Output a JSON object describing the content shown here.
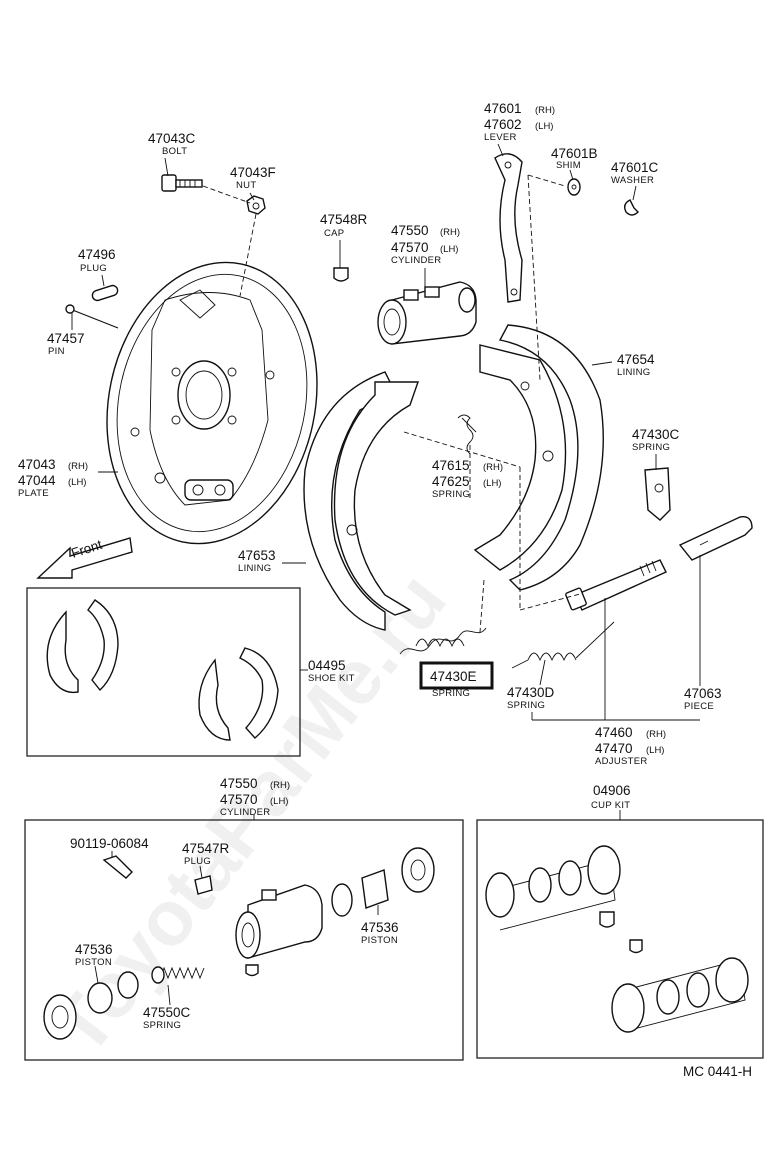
{
  "watermark": "ToyotaParMe.ru",
  "front_label": "Front",
  "diagram_code": "MC 0441-H",
  "parts": [
    {
      "id": "p47043c",
      "number": "47043C",
      "desc": "BOLT"
    },
    {
      "id": "p47043f",
      "number": "47043F",
      "desc": "NUT"
    },
    {
      "id": "p47548r",
      "number": "47548R",
      "desc": "CAP"
    },
    {
      "id": "p47550top",
      "number": "47550",
      "suffix": "(RH)",
      "number2": "47570",
      "suffix2": "(LH)",
      "desc": "CYLINDER"
    },
    {
      "id": "p47601",
      "number": "47601",
      "suffix": "(RH)",
      "number2": "47602",
      "suffix2": "(LH)",
      "desc": "LEVER"
    },
    {
      "id": "p47601b",
      "number": "47601B",
      "desc": "SHIM"
    },
    {
      "id": "p47601c",
      "number": "47601C",
      "desc": "WASHER"
    },
    {
      "id": "p47496",
      "number": "47496",
      "desc": "PLUG"
    },
    {
      "id": "p47457",
      "number": "47457",
      "desc": "PIN"
    },
    {
      "id": "p47654",
      "number": "47654",
      "desc": "LINING"
    },
    {
      "id": "p47430c",
      "number": "47430C",
      "desc": "SPRING"
    },
    {
      "id": "p47043",
      "number": "47043",
      "suffix": "(RH)",
      "number2": "47044",
      "suffix2": "(LH)",
      "desc": "PLATE"
    },
    {
      "id": "p47615",
      "number": "47615",
      "suffix": "(RH)",
      "number2": "47625",
      "suffix2": "(LH)",
      "desc": "SPRING"
    },
    {
      "id": "p47653",
      "number": "47653",
      "desc": "LINING"
    },
    {
      "id": "p04495",
      "number": "04495",
      "desc": "SHOE KIT"
    },
    {
      "id": "p47430e",
      "number": "47430E",
      "desc": "SPRING"
    },
    {
      "id": "p47430d",
      "number": "47430D",
      "desc": "SPRING"
    },
    {
      "id": "p47063",
      "number": "47063",
      "desc": "PIECE"
    },
    {
      "id": "p47460",
      "number": "47460",
      "suffix": "(RH)",
      "number2": "47470",
      "suffix2": "(LH)",
      "desc": "ADJUSTER"
    },
    {
      "id": "p47550bot",
      "number": "47550",
      "suffix": "(RH)",
      "number2": "47570",
      "suffix2": "(LH)",
      "desc": "CYLINDER"
    },
    {
      "id": "p04906",
      "number": "04906",
      "desc": "CUP KIT"
    },
    {
      "id": "p90119",
      "number": "90119-06084",
      "desc": ""
    },
    {
      "id": "p47547r",
      "number": "47547R",
      "desc": "PLUG"
    },
    {
      "id": "p47536a",
      "number": "47536",
      "desc": "PISTON"
    },
    {
      "id": "p47536b",
      "number": "47536",
      "desc": "PISTON"
    },
    {
      "id": "p47550c",
      "number": "47550C",
      "desc": "SPRING"
    }
  ]
}
